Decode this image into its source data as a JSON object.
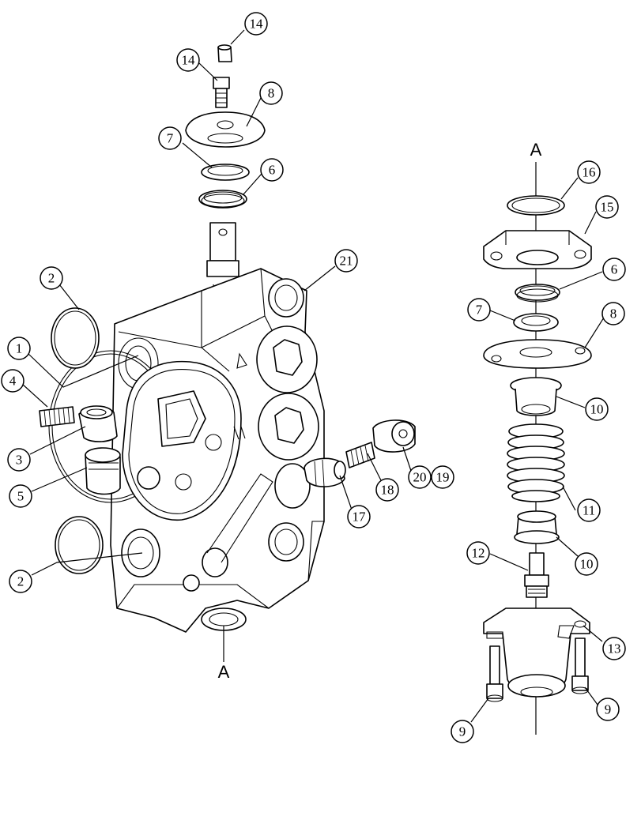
{
  "diagram": {
    "reference_marks": [
      "A",
      "A"
    ],
    "callouts": [
      "14",
      "14",
      "8",
      "7",
      "6",
      "21",
      "2",
      "1",
      "4",
      "3",
      "5",
      "2",
      "17",
      "18",
      "20",
      "19",
      "16",
      "15",
      "6",
      "7",
      "8",
      "10",
      "11",
      "10",
      "12",
      "13",
      "9",
      "9"
    ]
  }
}
